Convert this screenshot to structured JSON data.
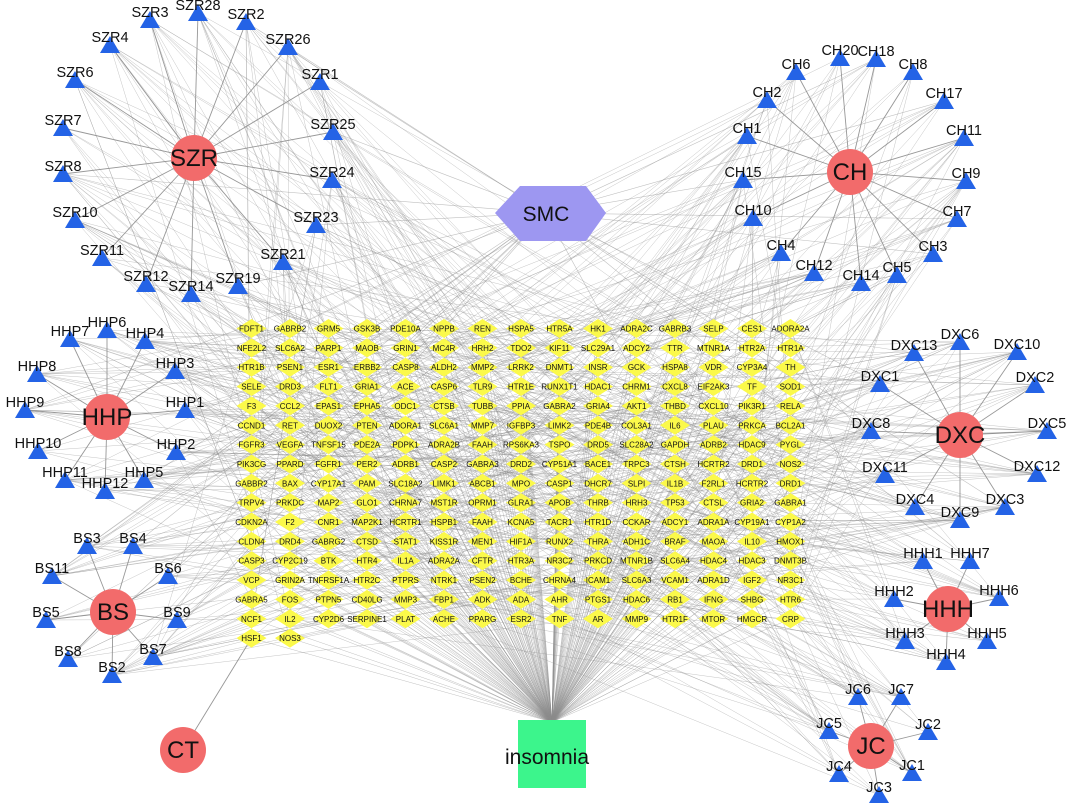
{
  "colors": {
    "herb": "#f26b6b",
    "ingredient": "#2463e6",
    "target": "#fbf94a",
    "smc": "#9d97f1",
    "disease": "#3cf58c",
    "edge": "#8c8c8c"
  },
  "center": {
    "smc": "SMC",
    "disease": "insomnia"
  },
  "herbs": [
    {
      "id": "SZR",
      "ingredients": [
        "SZR1",
        "SZR2",
        "SZR3",
        "SZR4",
        "SZR6",
        "SZR7",
        "SZR8",
        "SZR10",
        "SZR11",
        "SZR12",
        "SZR14",
        "SZR19",
        "SZR21",
        "SZR23",
        "SZR24",
        "SZR25",
        "SZR26",
        "SZR28"
      ]
    },
    {
      "id": "CH",
      "ingredients": [
        "CH1",
        "CH2",
        "CH3",
        "CH4",
        "CH5",
        "CH6",
        "CH7",
        "CH8",
        "CH9",
        "CH10",
        "CH11",
        "CH12",
        "CH14",
        "CH15",
        "CH17",
        "CH18",
        "CH20"
      ]
    },
    {
      "id": "HHP",
      "ingredients": [
        "HHP1",
        "HHP2",
        "HHP3",
        "HHP4",
        "HHP5",
        "HHP6",
        "HHP7",
        "HHP8",
        "HHP9",
        "HHP10",
        "HHP11",
        "HHP12"
      ]
    },
    {
      "id": "DXC",
      "ingredients": [
        "DXC1",
        "DXC2",
        "DXC3",
        "DXC4",
        "DXC5",
        "DXC6",
        "DXC8",
        "DXC9",
        "DXC10",
        "DXC11",
        "DXC12",
        "DXC13"
      ]
    },
    {
      "id": "BS",
      "ingredients": [
        "BS2",
        "BS3",
        "BS4",
        "BS5",
        "BS6",
        "BS7",
        "BS8",
        "BS9",
        "BS11"
      ]
    },
    {
      "id": "HHH",
      "ingredients": [
        "HHH1",
        "HHH2",
        "HHH3",
        "HHH4",
        "HHH5",
        "HHH6",
        "HHH7"
      ]
    },
    {
      "id": "JC",
      "ingredients": [
        "JC1",
        "JC2",
        "JC3",
        "JC4",
        "JC5",
        "JC6",
        "JC7"
      ]
    },
    {
      "id": "CT",
      "ingredients": []
    }
  ],
  "targets": [
    [
      "FDFT1",
      "GABRB2",
      "GRM5",
      "GSK3B",
      "PDE10A",
      "NPPB",
      "REN",
      "HSPA5",
      "HTR5A",
      "HK1",
      "ADRA2C",
      "GABRB3",
      "SELP",
      "CES1",
      "ADORA2A"
    ],
    [
      "NFE2L2",
      "SLC6A2",
      "PARP1",
      "MAOB",
      "GRIN1",
      "MC4R",
      "HRH2",
      "TDO2",
      "KIF11",
      "SLC29A1",
      "ADCY2",
      "TTR",
      "MTNR1A",
      "HTR2A",
      "HTR1A"
    ],
    [
      "HTR1B",
      "PSEN1",
      "ESR1",
      "ERBB2",
      "CASP8",
      "ALDH2",
      "MMP2",
      "LRRK2",
      "DNMT1",
      "INSR",
      "GCK",
      "HSPA8",
      "VDR",
      "CYP3A4",
      "TH"
    ],
    [
      "SELE",
      "DRD3",
      "FLT1",
      "GRIA1",
      "ACE",
      "CASP6",
      "TLR9",
      "HTR1E",
      "RUNX1T1",
      "HDAC1",
      "CHRM1",
      "CXCL8",
      "EIF2AK3",
      "TF",
      "SOD1"
    ],
    [
      "F3",
      "CCL2",
      "EPAS1",
      "EPHA5",
      "ODC1",
      "CTSB",
      "TUBB",
      "PPIA",
      "GABRA2",
      "GRIA4",
      "AKT1",
      "THBD",
      "CXCL10",
      "PIK3R1",
      "RELA"
    ],
    [
      "CCND1",
      "RET",
      "DUOX2",
      "PTEN",
      "ADORA1",
      "SLC6A1",
      "MMP7",
      "IGFBP3",
      "LIMK2",
      "PDE4B",
      "COL3A1",
      "IL6",
      "PLAU",
      "PRKCA",
      "BCL2A1"
    ],
    [
      "FGFR3",
      "VEGFA",
      "TNFSF15",
      "PDE2A",
      "PDPK1",
      "ADRA2B",
      "FAAH",
      "RPS6KA3",
      "TSPO",
      "DRD5",
      "SLC28A2",
      "GAPDH",
      "ADRB2",
      "HDAC9",
      "PYGL"
    ],
    [
      "PIK3CG",
      "PPARD",
      "FGFR1",
      "PER2",
      "ADRB1",
      "CASP2",
      "GABRA3",
      "DRD2",
      "CYP51A1",
      "BACE1",
      "TRPC3",
      "CTSH",
      "HCRTR2",
      "DRD1",
      "NOS2"
    ],
    [
      "GABBR2",
      "BAX",
      "CYP17A1",
      "PAM",
      "SLC18A2",
      "LIMK1",
      "ABCB1",
      "MPO",
      "CASP1",
      "DHCR7",
      "SLPI",
      "IL1B",
      "F2RL1",
      "HCRTR2",
      "DRD1"
    ],
    [
      "TRPV4",
      "PRKDC",
      "MAP2",
      "GLO1",
      "CHRNA7",
      "MST1R",
      "OPRM1",
      "GLRA1",
      "APOB",
      "THRB",
      "HRH3",
      "TP53",
      "CTSL",
      "GRIA2",
      "GABRA1"
    ],
    [
      "CDKN2A",
      "F2",
      "CNR1",
      "MAP2K1",
      "HCRTR1",
      "HSPB1",
      "FAAH",
      "KCNA5",
      "TACR1",
      "HTR1D",
      "CCKAR",
      "ADCY1",
      "ADRA1A",
      "CYP19A1",
      "CYP1A2"
    ],
    [
      "CLDN4",
      "DRD4",
      "GABRG2",
      "CTSD",
      "STAT1",
      "KISS1R",
      "MEN1",
      "HIF1A",
      "RUNX2",
      "THRA",
      "ADH1C",
      "BRAF",
      "MAOA",
      "IL10",
      "HMOX1"
    ],
    [
      "CASP3",
      "CYP2C19",
      "BTK",
      "HTR4",
      "IL1A",
      "ADRA2A",
      "CFTR",
      "HTR3A",
      "NR3C2",
      "PRKCD",
      "MTNR1B",
      "SLC6A4",
      "HDAC4",
      "HDAC3",
      "DNMT3B"
    ],
    [
      "VCP",
      "GRIN2A",
      "TNFRSF1A",
      "HTR2C",
      "PTPRS",
      "NTRK1",
      "PSEN2",
      "BCHE",
      "CHRNA4",
      "ICAM1",
      "SLC6A3",
      "VCAM1",
      "ADRA1D",
      "IGF2",
      "NR3C1"
    ],
    [
      "GABRA5",
      "FOS",
      "PTPN5",
      "CD40LG",
      "MMP3",
      "FBP1",
      "ADK",
      "ADA",
      "AHR",
      "PTGS1",
      "HDAC6",
      "RB1",
      "IFNG",
      "SHBG",
      "HTR6"
    ],
    [
      "NCF1",
      "IL2",
      "CYP2D6",
      "SERPINE1",
      "PLAT",
      "ACHE",
      "PPARG",
      "ESR2",
      "TNF",
      "AR",
      "MMP9",
      "HTR1F",
      "MTOR",
      "HMGCR",
      "CRP"
    ],
    [
      "HSF1",
      "NOS3"
    ]
  ]
}
